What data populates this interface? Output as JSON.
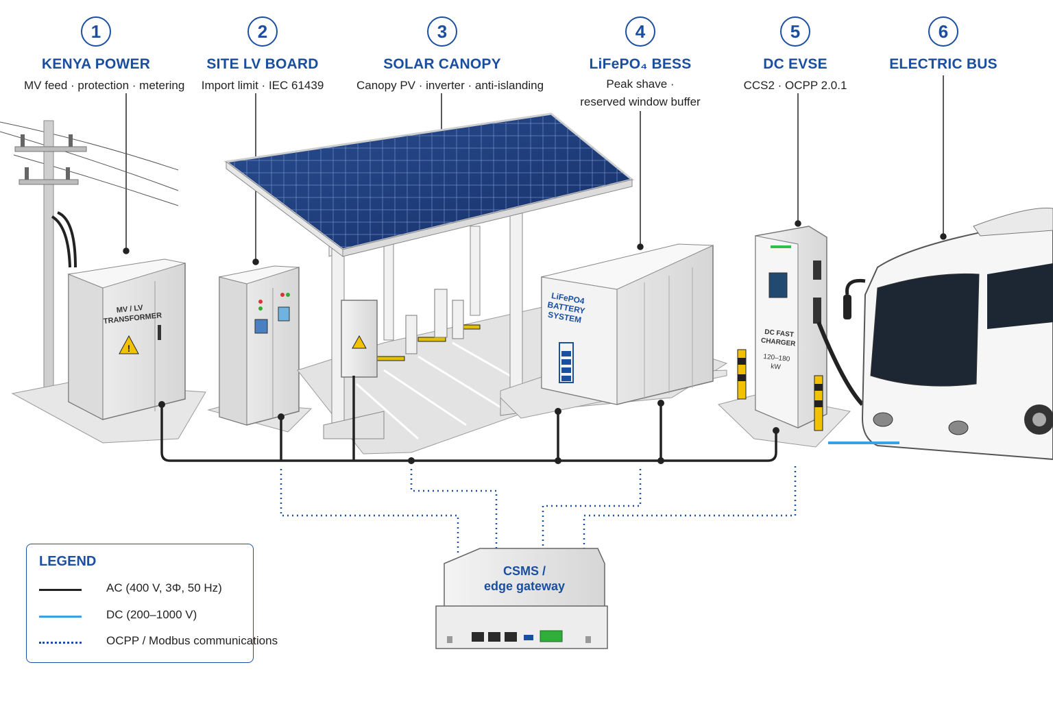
{
  "stages": [
    {
      "number": "1",
      "title": "KENYA POWER",
      "lines": [
        "MV feed · protection · metering"
      ]
    },
    {
      "number": "2",
      "title": "SITE LV BOARD",
      "lines": [
        "Import limit · IEC 61439"
      ]
    },
    {
      "number": "3",
      "title": "SOLAR CANOPY",
      "lines": [
        "Canopy PV · inverter · anti-islanding"
      ]
    },
    {
      "number": "4",
      "title": "LiFePO₄ BESS",
      "lines": [
        "Peak shave ·",
        "reserved window buffer"
      ]
    },
    {
      "number": "5",
      "title": "DC EVSE",
      "lines": [
        "CCS2 · OCPP 2.0.1"
      ]
    },
    {
      "number": "6",
      "title": "ELECTRIC BUS",
      "lines": []
    }
  ],
  "equipment_labels": {
    "transformer": [
      "MV / LV",
      "TRANSFORMER"
    ],
    "battery": [
      "LiFePO4",
      "BATTERY",
      "SYSTEM"
    ],
    "charger": [
      "DC FAST",
      "CHARGER"
    ],
    "charger_power": "120–180 kW"
  },
  "gateway": {
    "label_line1": "CSMS /",
    "label_line2": "edge gateway"
  },
  "legend": {
    "title": "LEGEND",
    "items": [
      {
        "type": "ac",
        "label": "AC (400 V, 3Φ, 50 Hz)"
      },
      {
        "type": "dc",
        "label": "DC (200–1000 V)"
      },
      {
        "type": "comm",
        "label": "OCPP / Modbus communications"
      }
    ]
  },
  "colors": {
    "accent_blue": "#1a4fa0",
    "ac_line": "#222222",
    "dc_line": "#3aa0e6",
    "comm_line": "#1a4fa0",
    "solar_panel": "#1f3f7a",
    "equipment": "#eeeeee"
  }
}
